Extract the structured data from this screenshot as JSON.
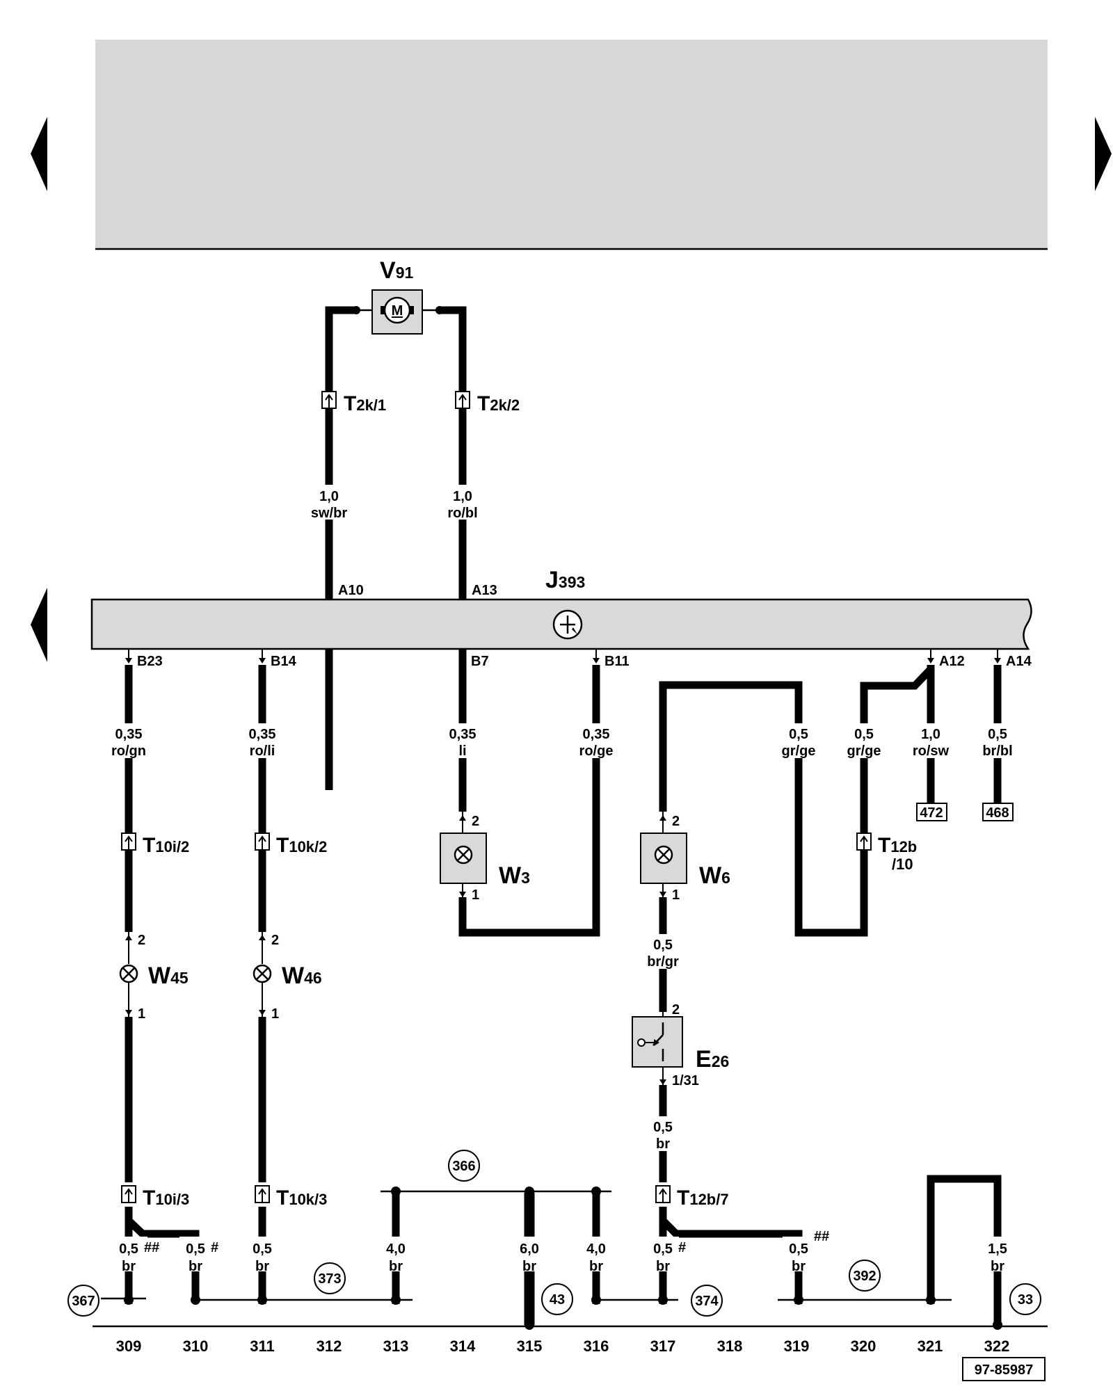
{
  "components": {
    "motor": {
      "letter": "V",
      "sub": "91",
      "symbol": "M"
    },
    "control_unit": {
      "letter": "J",
      "sub": "393"
    },
    "bulb_w3": {
      "letter": "W",
      "sub": "3"
    },
    "bulb_w6": {
      "letter": "W",
      "sub": "6"
    },
    "bulb_w45": {
      "letter": "W",
      "sub": "45"
    },
    "bulb_w46": {
      "letter": "W",
      "sub": "46"
    },
    "switch_e26": {
      "letter": "E",
      "sub": "26"
    }
  },
  "connectors": {
    "t2k1": {
      "letter": "T",
      "sub": "2k/1"
    },
    "t2k2": {
      "letter": "T",
      "sub": "2k/2"
    },
    "t10i2": {
      "letter": "T",
      "sub": "10i/2"
    },
    "t10k2": {
      "letter": "T",
      "sub": "10k/2"
    },
    "t12b10_a": {
      "letter": "T",
      "sub": "12b"
    },
    "t12b10_b": "/10",
    "t10i3": {
      "letter": "T",
      "sub": "10i/3"
    },
    "t10k3": {
      "letter": "T",
      "sub": "10k/3"
    },
    "t12b7": {
      "letter": "T",
      "sub": "12b/7"
    }
  },
  "pins": {
    "a10": "A10",
    "a13": "A13",
    "a12": "A12",
    "a14": "A14",
    "b23": "B23",
    "b14": "B14",
    "b7": "B7",
    "b11": "B11",
    "w3_top": "2",
    "w3_bot": "1",
    "w6_top": "2",
    "w6_bot": "1",
    "w45_top": "2",
    "w45_bot": "1",
    "w46_top": "2",
    "w46_bot": "1",
    "e26_top": "2",
    "e26_bot": "1/31"
  },
  "wires": {
    "v91_left": {
      "size": "1,0",
      "color": "sw/br"
    },
    "v91_right": {
      "size": "1,0",
      "color": "ro/bl"
    },
    "b23": {
      "size": "0,35",
      "color": "ro/gn"
    },
    "b14": {
      "size": "0,35",
      "color": "ro/li"
    },
    "b7": {
      "size": "0,35",
      "color": "li"
    },
    "b11": {
      "size": "0,35",
      "color": "ro/ge"
    },
    "loop_gr1": {
      "size": "0,5",
      "color": "gr/ge"
    },
    "loop_gr2": {
      "size": "0,5",
      "color": "gr/ge"
    },
    "a12": {
      "size": "1,0",
      "color": "ro/sw"
    },
    "a14": {
      "size": "0,5",
      "color": "br/bl"
    },
    "w6_e26": {
      "size": "0,5",
      "color": "br/gr"
    },
    "e26_gnd": {
      "size": "0,5",
      "color": "br"
    },
    "g309": {
      "size": "0,5",
      "color": "br",
      "mark": "##"
    },
    "g310": {
      "size": "0,5",
      "color": "br",
      "mark": "#"
    },
    "g311": {
      "size": "0,5",
      "color": "br"
    },
    "g313": {
      "size": "4,0",
      "color": "br"
    },
    "g315": {
      "size": "6,0",
      "color": "br"
    },
    "g316": {
      "size": "4,0",
      "color": "br"
    },
    "g317": {
      "size": "0,5",
      "color": "br",
      "mark": "#"
    },
    "g319": {
      "size": "0,5",
      "color": "br",
      "mark": "##"
    },
    "g322": {
      "size": "1,5",
      "color": "br"
    }
  },
  "refs": {
    "r472": "472",
    "r468": "468"
  },
  "circles": {
    "c366": "366",
    "c367": "367",
    "c373": "373",
    "c43": "43",
    "c374": "374",
    "c392": "392",
    "c33": "33"
  },
  "tracks": [
    "309",
    "310",
    "311",
    "312",
    "313",
    "314",
    "315",
    "316",
    "317",
    "318",
    "319",
    "320",
    "321",
    "322"
  ],
  "drawing_id": "97-85987"
}
